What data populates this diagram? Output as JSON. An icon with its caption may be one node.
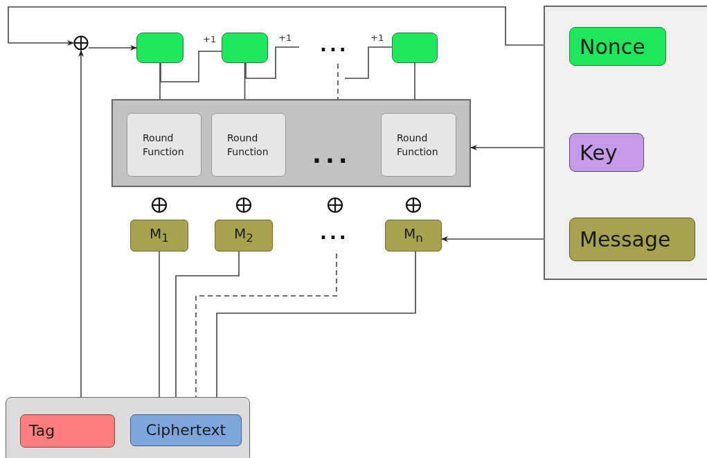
{
  "diagram": {
    "nodes": [
      {
        "text": [],
        "shape": "circle"
      },
      {
        "text": [],
        "shape": "box"
      },
      {
        "text": [],
        "shape": "box"
      },
      {
        "text": [],
        "shape": "box"
      },
      {
        "text": [],
        "shape": "box"
      },
      {
        "text": [
          "Round Function"
        ],
        "in": 4
      },
      {
        "text": [
          "Round Function"
        ],
        "in": 4
      },
      {
        "text": [
          "Round Function"
        ],
        "in": 4
      },
      {
        "text": [
          "M$_{1}$"
        ]
      },
      {
        "text": [
          "M$_{2}$"
        ]
      },
      {
        "text": [
          "M$_{n}$"
        ]
      },
      {
        "text": [],
        "shape": "box"
      },
      {
        "text": [
          "Nonce"
        ],
        "in": 11
      },
      {
        "text": [
          "Key"
        ],
        "in": 11
      },
      {
        "text": [
          "Message"
        ],
        "in": 11
      },
      {
        "text": [],
        "shape": "box"
      },
      {
        "text": [
          "Tag"
        ],
        "in": 15
      },
      {
        "text": [
          "Ciphertext"
        ],
        "in": 15
      }
    ],
    "edges": [
      {
        "from": 11,
        "to": 0,
        "arrow": "to"
      },
      {
        "from": 15,
        "to": 0,
        "arrow": "to"
      },
      {
        "from": 0,
        "to": 1,
        "arrow": "to"
      },
      {
        "from": 1,
        "to": 2,
        "arrow": "none",
        "label": "+1"
      },
      {
        "from": 2,
        "to": null,
        "arrow": "none",
        "label": "+1"
      },
      {
        "from": null,
        "to": 3,
        "arrow": "none",
        "label": "+1"
      },
      {
        "from": 1,
        "to": 4,
        "arrow": "none"
      },
      {
        "from": 2,
        "to": 4,
        "arrow": "none"
      },
      {
        "from": null,
        "to": 4,
        "arrow": "none",
        "style": "dashed"
      },
      {
        "from": 3,
        "to": 4,
        "arrow": "none"
      },
      {
        "from": 11,
        "to": 4,
        "arrow": "to"
      },
      {
        "from": 11,
        "to": 10,
        "arrow": "to"
      },
      {
        "from": 8,
        "to": 15,
        "arrow": "none"
      },
      {
        "from": 9,
        "to": 15,
        "arrow": "none"
      },
      {
        "from": null,
        "to": 15,
        "arrow": "none",
        "style": "dashed"
      },
      {
        "from": 10,
        "to": 15,
        "arrow": "none"
      }
    ],
    "labels": [
      "...",
      "...",
      "..."
    ]
  }
}
